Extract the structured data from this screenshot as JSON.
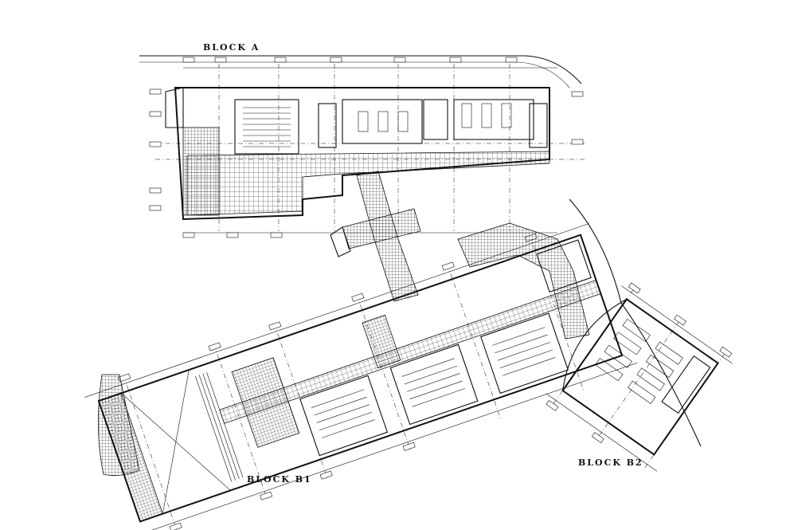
{
  "drawing": {
    "blocks": [
      {
        "id": "block-a",
        "label": "BLOCK A"
      },
      {
        "id": "block-b1",
        "label": "BLOCK B1"
      },
      {
        "id": "block-b2",
        "label": "BLOCK B2"
      }
    ]
  },
  "colors": {
    "line": "#111111",
    "background": "#ffffff"
  }
}
